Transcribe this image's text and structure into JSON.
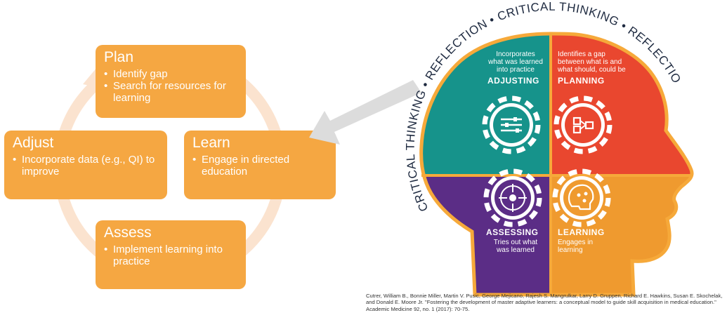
{
  "cycle": {
    "plan": {
      "title": "Plan",
      "bullets": [
        "Identify gap",
        "Search for resources for learning"
      ]
    },
    "adjust": {
      "title": "Adjust",
      "bullets": [
        "Incorporate data (e.g., QI) to improve"
      ]
    },
    "learn": {
      "title": "Learn",
      "bullets": [
        "Engage in directed education"
      ]
    },
    "assess": {
      "title": "Assess",
      "bullets": [
        "Implement learning into practice"
      ]
    }
  },
  "head": {
    "arc_text": "CRITICAL THINKING • REFLECTION • CRITICAL THINKING • REFLECTION",
    "adjusting": {
      "label": "ADJUSTING",
      "desc_lines": [
        "Incorporates",
        "what was learned",
        "into practice"
      ]
    },
    "planning": {
      "label": "PLANNING",
      "desc_lines": [
        "Identifies a gap",
        "between what is and",
        "what should, could be"
      ]
    },
    "assessing": {
      "label": "ASSESSING",
      "desc_lines": [
        "Tries out what",
        "was learned"
      ]
    },
    "learning": {
      "label": "LEARNING",
      "desc_lines": [
        "Engages in",
        "learning"
      ]
    }
  },
  "citation": "Cutrer, William B., Bonnie Miller, Martin V. Pusic, George Mejicano, Rajesh S. Mangrulkar, Larry D. Gruppen, Richard E. Hawkins, Susan E. Skochelak, and Donald E. Moore Jr. \"Fostering the development of master adaptive learners: a conceptual model to guide skill acquisition in medical education.\" Academic Medicine 92, no. 1 (2017): 70-75.",
  "colors": {
    "box": "#f5a742",
    "ring": "#fbe3cf",
    "adjusting": "#16938b",
    "planning": "#e9472f",
    "assessing": "#5b2d86",
    "learning": "#ef9a2f",
    "outline": "#f6a93a",
    "arrow": "#dcdcdc"
  }
}
